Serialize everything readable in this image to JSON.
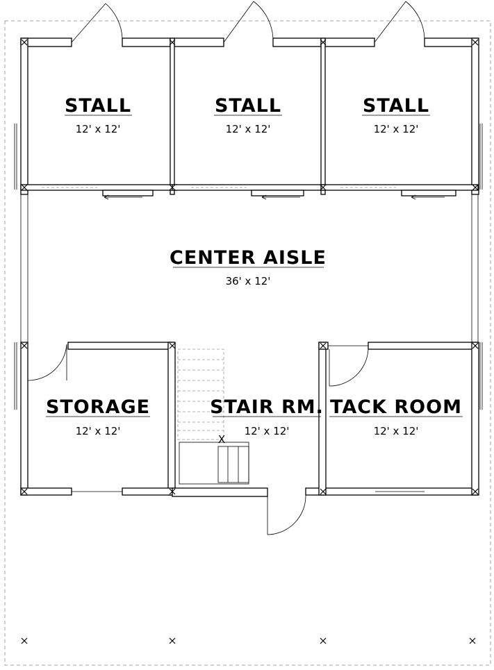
{
  "rooms": {
    "stall_1": {
      "name": "STALL",
      "dim": "12' x 12'"
    },
    "stall_2": {
      "name": "STALL",
      "dim": "12' x 12'"
    },
    "stall_3": {
      "name": "STALL",
      "dim": "12' x 12'"
    },
    "center_aisle": {
      "name": "CENTER AISLE",
      "dim": "36' x 12'"
    },
    "storage": {
      "name": "STORAGE",
      "dim": "12' x 12'"
    },
    "stair_rm": {
      "name": "STAIR RM.",
      "dim": "12' x 12'"
    },
    "tack_room": {
      "name": "TACK ROOM",
      "dim": "12' x 12'"
    }
  },
  "stair_mark": "X"
}
